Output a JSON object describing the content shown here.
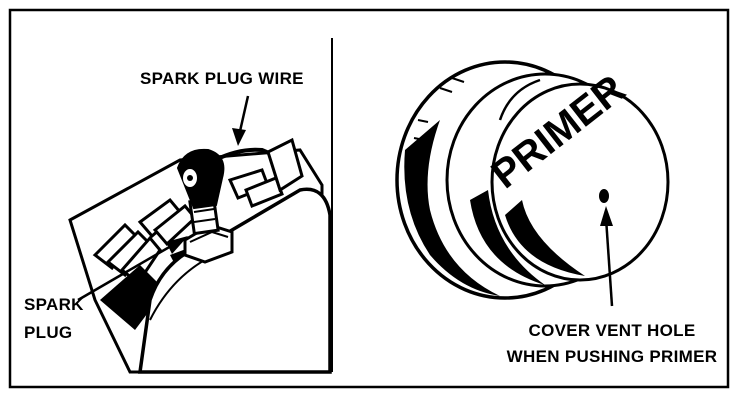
{
  "left_panel": {
    "labels": {
      "spark_plug_wire": "SPARK PLUG WIRE",
      "spark_plug_line1": "SPARK",
      "spark_plug_line2": "PLUG"
    }
  },
  "right_panel": {
    "cap_text": "PRIMER",
    "labels": {
      "cover_vent_line1": "COVER VENT HOLE",
      "cover_vent_line2": "WHEN PUSHING PRIMER"
    }
  }
}
